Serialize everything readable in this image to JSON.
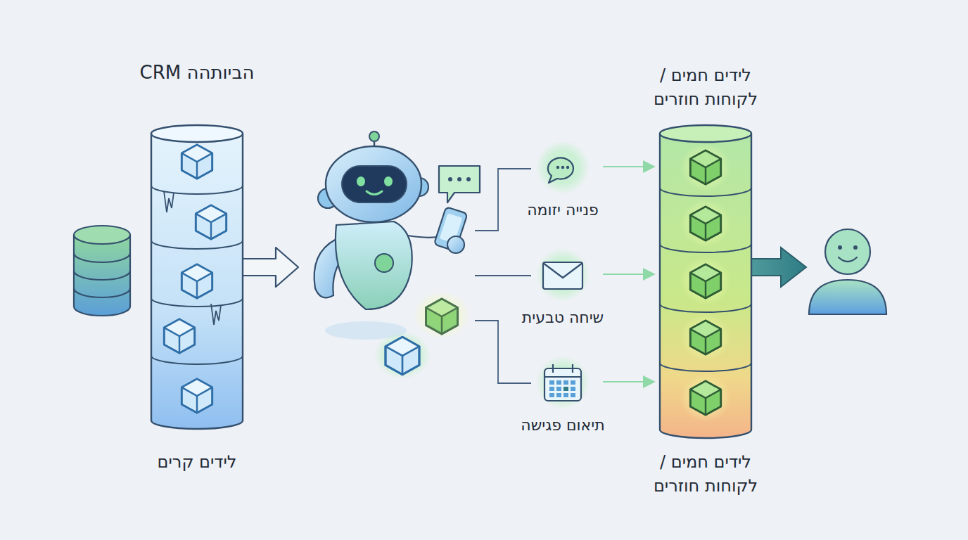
{
  "diagram": {
    "nodes": [
      {
        "text": [
          "CRM הביותהה",
          "לידים קרים"
        ]
      },
      {
        "text": [
          "פנייה יזומה"
        ]
      },
      {
        "text": [
          "שיחה טבעית"
        ]
      },
      {
        "text": [
          "תיאום פגישה"
        ]
      },
      {
        "text": [
          "לידים חמים / לקוחות חוזרים",
          "לידים חמים / לקוחות חוזרים"
        ]
      }
    ],
    "edges": [
      {
        "from": 1,
        "to": 4,
        "arrow": "to"
      },
      {
        "from": 2,
        "to": 4,
        "arrow": "to"
      },
      {
        "from": 3,
        "to": 4,
        "arrow": "to"
      }
    ]
  }
}
